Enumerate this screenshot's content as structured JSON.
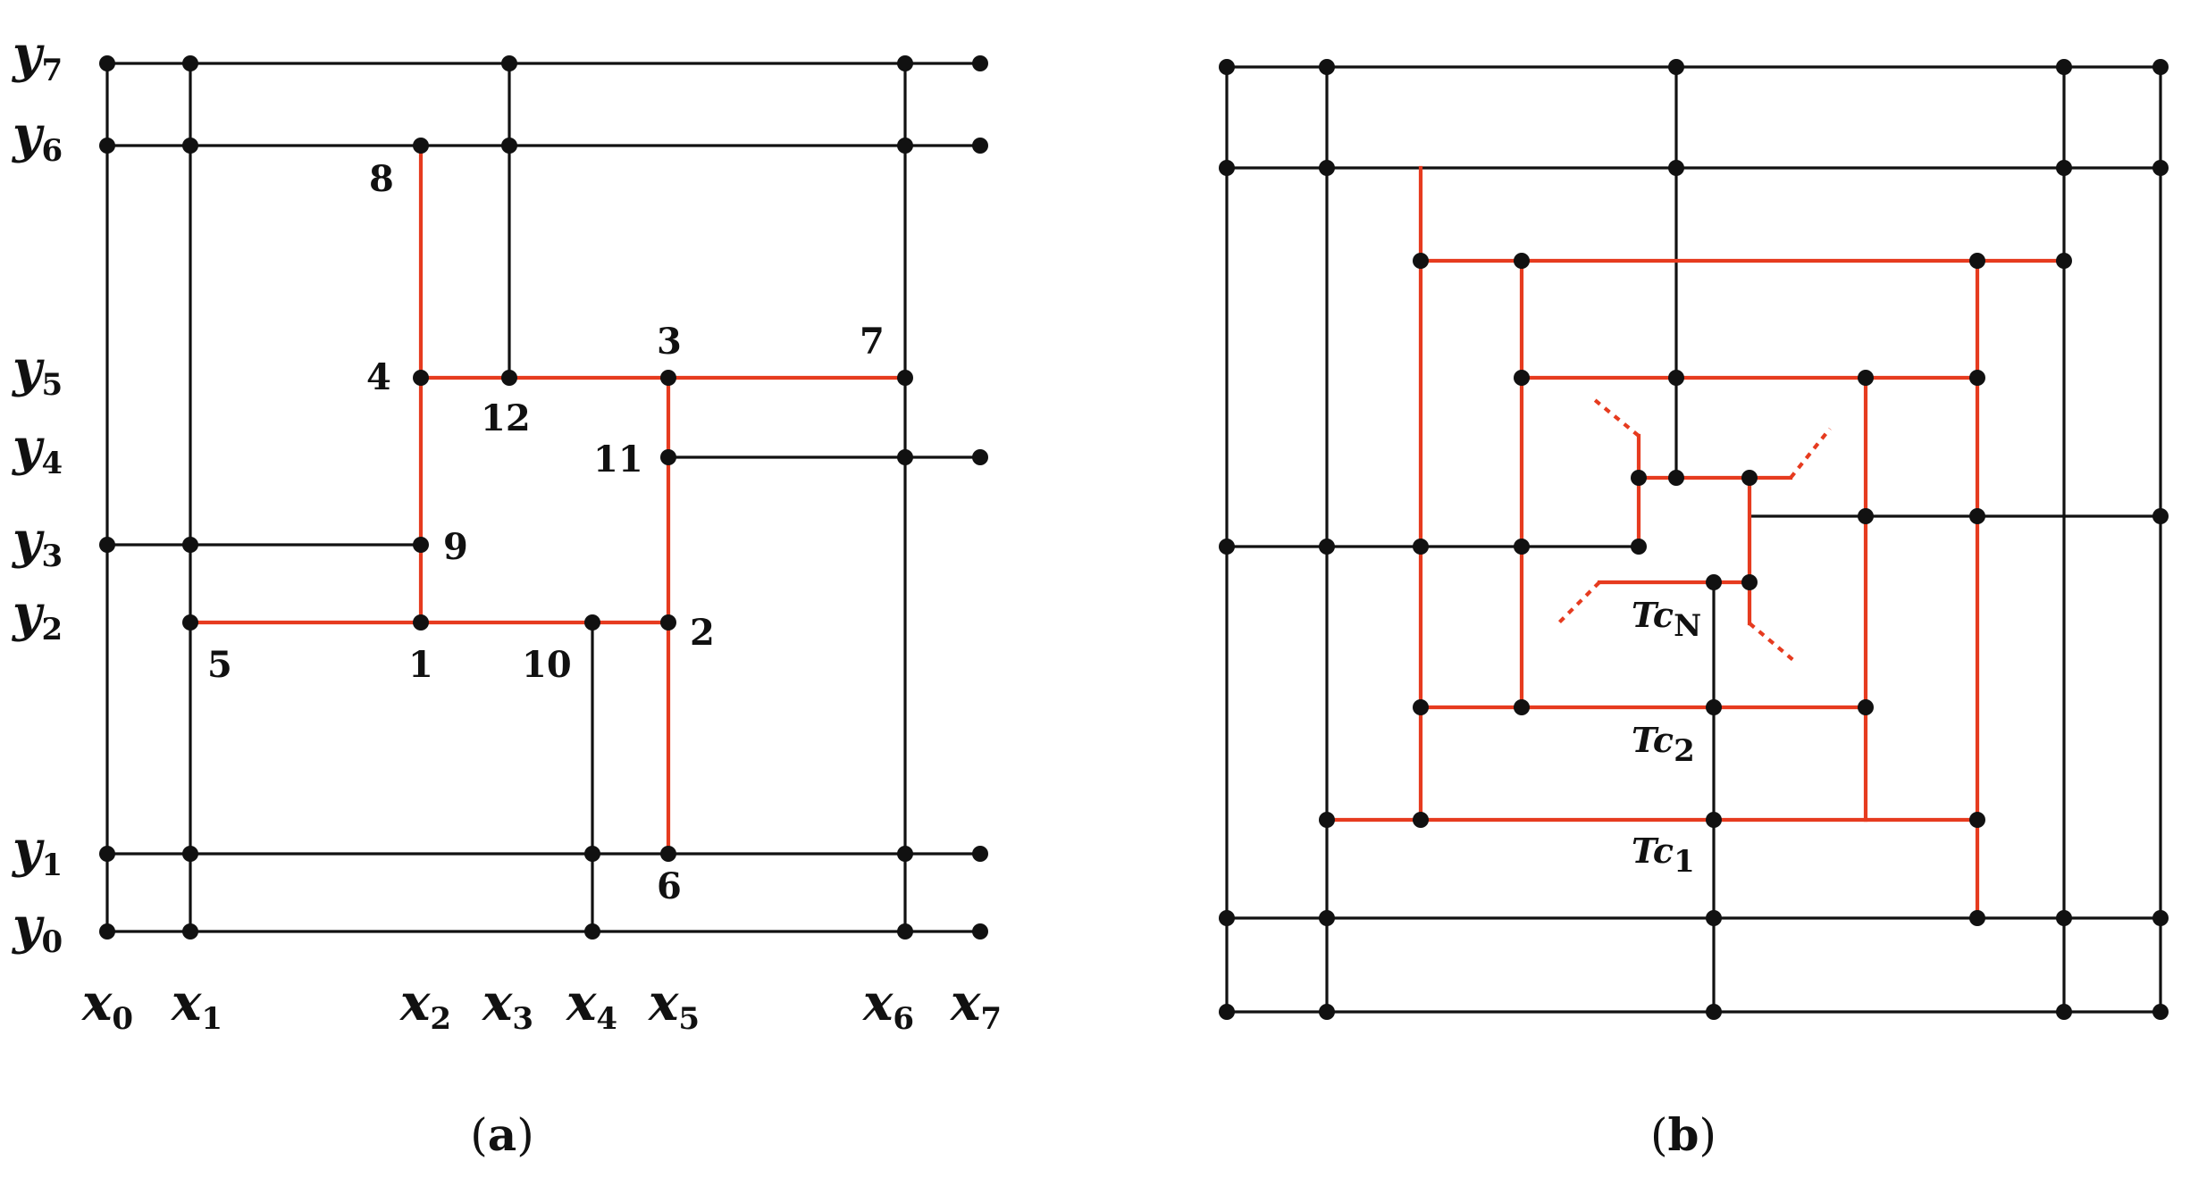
{
  "colors": {
    "grid": "#111111",
    "path": "#e63b1f"
  },
  "panel_a": {
    "caption": {
      "open": "(",
      "letter": "a",
      "close": ")"
    },
    "x_labels": [
      {
        "base": "x",
        "sub": "0"
      },
      {
        "base": "x",
        "sub": "1"
      },
      {
        "base": "x",
        "sub": "2"
      },
      {
        "base": "x",
        "sub": "3"
      },
      {
        "base": "x",
        "sub": "4"
      },
      {
        "base": "x",
        "sub": "5"
      },
      {
        "base": "x",
        "sub": "6"
      },
      {
        "base": "x",
        "sub": "7"
      }
    ],
    "y_labels": [
      {
        "base": "y",
        "sub": "0"
      },
      {
        "base": "y",
        "sub": "1"
      },
      {
        "base": "y",
        "sub": "2"
      },
      {
        "base": "y",
        "sub": "3"
      },
      {
        "base": "y",
        "sub": "4"
      },
      {
        "base": "y",
        "sub": "5"
      },
      {
        "base": "y",
        "sub": "6"
      },
      {
        "base": "y",
        "sub": "7"
      }
    ],
    "node_labels": [
      "1",
      "2",
      "3",
      "4",
      "5",
      "6",
      "7",
      "8",
      "9",
      "10",
      "11",
      "12"
    ]
  },
  "panel_b": {
    "caption": {
      "open": "(",
      "letter": "b",
      "close": ")"
    },
    "labels": [
      {
        "base": "Tc",
        "sub": "N"
      },
      {
        "base": "Tc",
        "sub": "2"
      },
      {
        "base": "Tc",
        "sub": "1"
      }
    ]
  }
}
